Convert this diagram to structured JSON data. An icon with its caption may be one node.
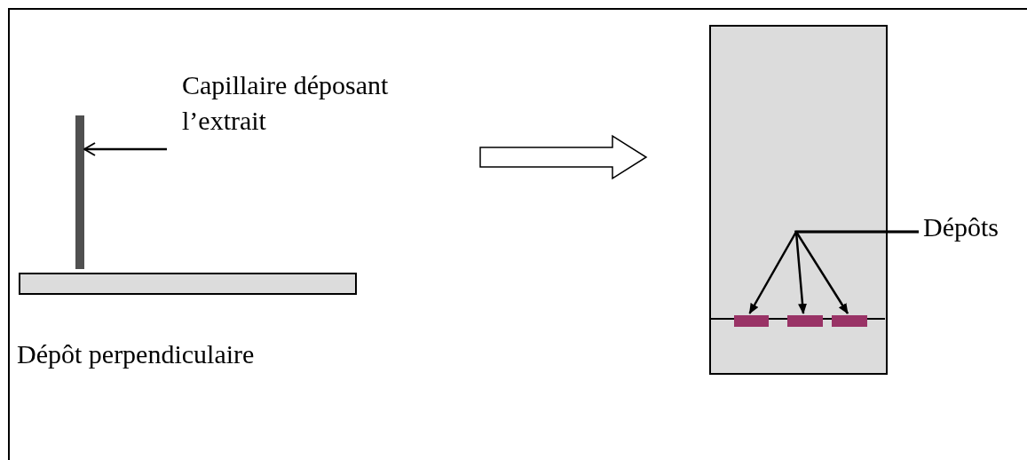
{
  "diagram": {
    "nodes": [
      {
        "text": [
          "Capillaire déposant l’extrait"
        ]
      },
      {
        "text": [],
        "shape": "bar"
      },
      {
        "text": [],
        "shape": "box",
        "beside": [
          "Dépôt perpendiculaire"
        ]
      },
      {
        "text": [],
        "shape": "box"
      },
      {
        "text": [
          "Dépôts"
        ]
      },
      {
        "text": [],
        "shape": "bar",
        "in": 3
      },
      {
        "text": [],
        "shape": "bar",
        "in": 3
      },
      {
        "text": [],
        "shape": "bar",
        "in": 3
      }
    ],
    "edges": [
      {
        "from": 0,
        "to": 1,
        "arrow": "to"
      },
      {
        "from": 4,
        "to": 5,
        "arrow": "to"
      },
      {
        "from": 4,
        "to": 6,
        "arrow": "to"
      },
      {
        "from": 4,
        "to": 7,
        "arrow": "to"
      }
    ]
  }
}
